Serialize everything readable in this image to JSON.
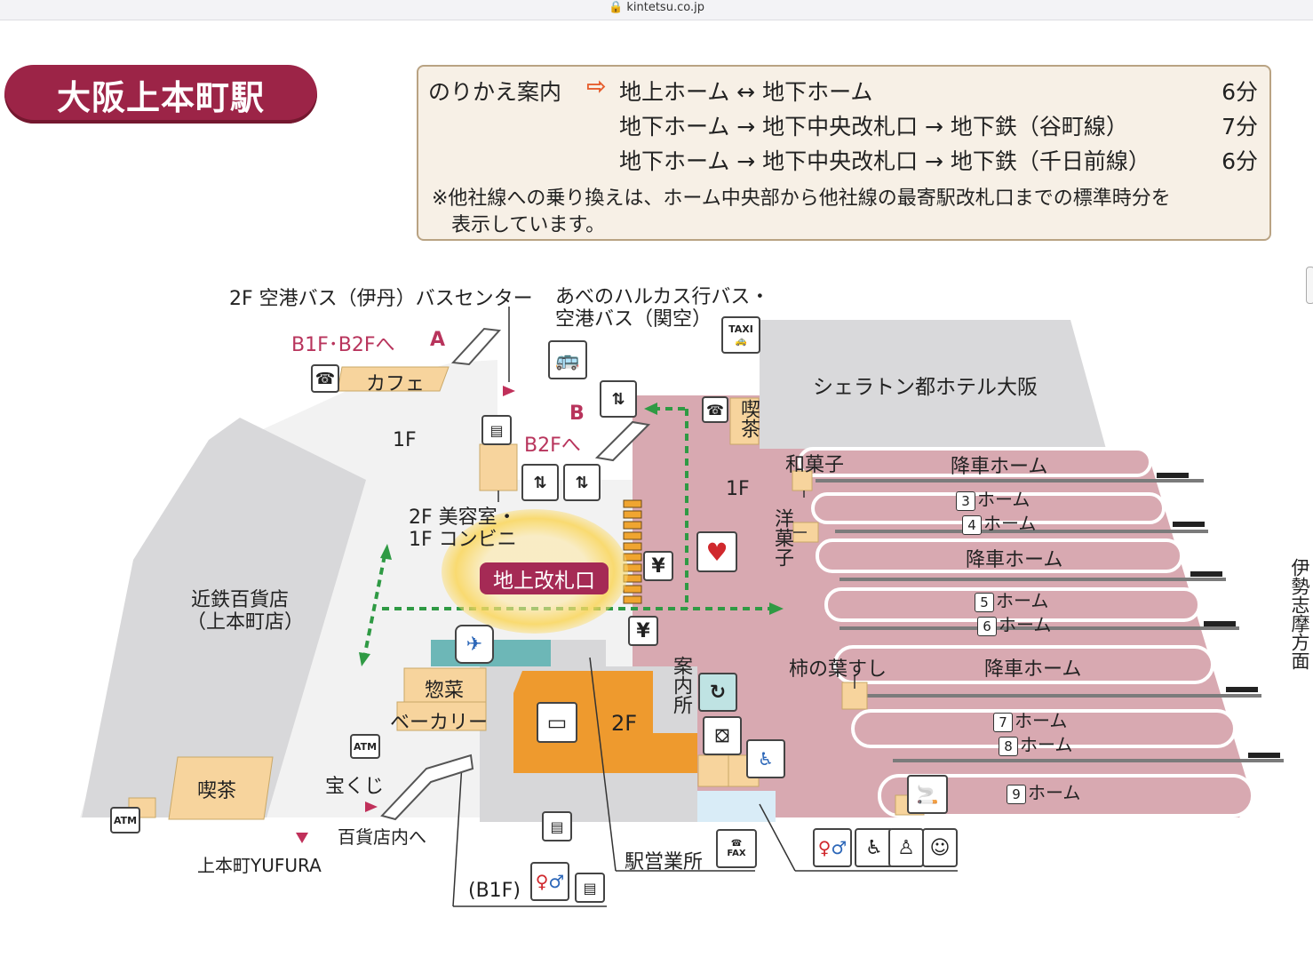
{
  "browser": {
    "url": "kintetsu.co.jp"
  },
  "station_title": "大阪上本町駅",
  "transfer": {
    "heading": "のりかえ案内",
    "routes": [
      {
        "route": "地上ホーム ↔ 地下ホーム",
        "minutes": "6分"
      },
      {
        "route": "地下ホーム → 地下中央改札口 → 地下鉄（谷町線）",
        "minutes": "7分"
      },
      {
        "route": "地下ホーム → 地下中央改札口 → 地下鉄（千日前線）",
        "minutes": "6分"
      }
    ],
    "note_line1": "※他社線への乗り換えは、ホーム中央部から他社線の最寄駅改札口までの標準時分を",
    "note_line2": "表示しています。"
  },
  "map": {
    "bus_center": "2F 空港バス（伊丹）バスセンター",
    "harukas_bus_line1": "あべのハルカス行バス・",
    "harukas_bus_line2": "空港バス（関空）",
    "b1f_b2f": "B1F･B2Fへ",
    "exit_a": "A",
    "exit_b": "B",
    "b2f": "B2Fへ",
    "cafe": "カフェ",
    "floor_1f_left": "1F",
    "floor_1f_right": "1F",
    "floor_2f": "2F",
    "beauty_line1": "2F 美容室・",
    "beauty_line2": "1F コンビニ",
    "ground_gate": "地上改札口",
    "dept_store_line1": "近鉄百貨店",
    "dept_store_line2": "（上本町店）",
    "hotel": "シェラトン都ホテル大阪",
    "kissa_vertical": "喫茶",
    "wagashi": "和菓子",
    "yogashi": "洋菓子",
    "kakinoha": "柿の葉すし",
    "alight_1": "降車ホーム",
    "alight_2": "降車ホーム",
    "alight_3": "降車ホーム",
    "platforms": [
      {
        "num": "3",
        "label": "ホーム"
      },
      {
        "num": "4",
        "label": "ホーム"
      },
      {
        "num": "5",
        "label": "ホーム"
      },
      {
        "num": "6",
        "label": "ホーム"
      },
      {
        "num": "7",
        "label": "ホーム"
      },
      {
        "num": "8",
        "label": "ホーム"
      },
      {
        "num": "9",
        "label": "ホーム"
      }
    ],
    "direction": "伊勢志摩方面",
    "info_desk": "案内所",
    "sozai": "惣菜",
    "bakery": "ベーカリー",
    "lottery": "宝くじ",
    "kissa": "喫茶",
    "to_dept": "百貨店内へ",
    "yufura": "上本町YUFURA",
    "station_office": "駅営業所",
    "b1f": "(B1F)",
    "atm": "ATM",
    "taxi": "TAXI",
    "yen": "¥",
    "fax": "FAX"
  },
  "colors": {
    "title_bg": "#9c2447",
    "platform": "#d8a9b1",
    "concourse": "#d7d7d9",
    "shop": "#f7d49d",
    "floor2f": "#ee9a2e",
    "route_green": "#2f9a44",
    "label_red": "#b8345c"
  }
}
